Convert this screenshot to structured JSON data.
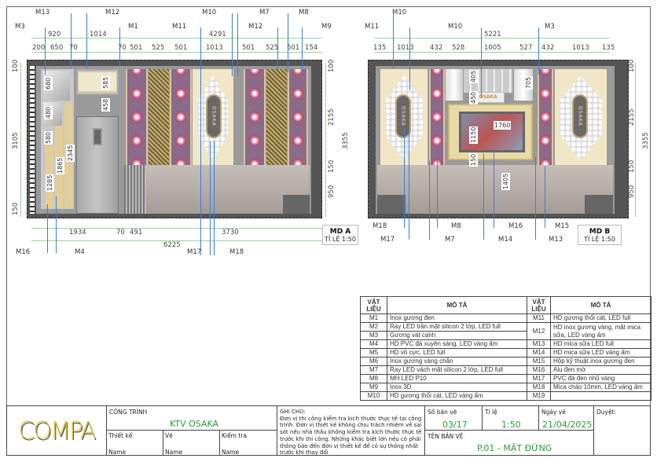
{
  "drawing_a": {
    "title": "MD A",
    "scale": "TỈ LỆ 1:50",
    "callouts": [
      "M13",
      "M12",
      "M3",
      "M1",
      "M11",
      "M10",
      "M7",
      "M8",
      "M12",
      "M9",
      "M16",
      "M4",
      "M17",
      "M18"
    ],
    "top_dims": [
      "920",
      "1014",
      "4291"
    ],
    "top_dims_row2": [
      "200",
      "650",
      "70",
      "70",
      "501",
      "525",
      "501",
      "1013",
      "501",
      "525",
      "501",
      "154"
    ],
    "left_dims": [
      "100",
      "3105",
      "150"
    ],
    "right_dims": [
      "100",
      "2155",
      "150",
      "950",
      "3355"
    ],
    "bottom_dims": [
      "1934",
      "70",
      "491",
      "3730",
      "6225"
    ],
    "inner_dims": [
      "680",
      "480",
      "580",
      "1285",
      "1865",
      "2345",
      "585",
      "458"
    ],
    "panel_text": "OSAKA"
  },
  "drawing_b": {
    "title": "MD B",
    "scale": "TỈ LỆ 1:50",
    "callouts": [
      "M10",
      "M11",
      "M10",
      "M3",
      "M18",
      "M8",
      "M16",
      "M15",
      "M17",
      "M7",
      "M14",
      "M13"
    ],
    "top_dims": [
      "5221"
    ],
    "top_dims_row2": [
      "135",
      "1013",
      "432",
      "528",
      "1005",
      "527",
      "432",
      "1013",
      "135"
    ],
    "right_dims": [
      "100",
      "2155",
      "150",
      "950",
      "3355"
    ],
    "inner_dims": [
      "405",
      "450",
      "705",
      "1760",
      "1150",
      "150",
      "1405"
    ],
    "sign_text": "OSAKA"
  },
  "materials": {
    "headers": [
      "VẬT LIỆU",
      "MÔ TẢ",
      "VẬT LIỆU",
      "MÔ TẢ"
    ],
    "left": [
      [
        "M1",
        "Inox gương đen"
      ],
      [
        "M2",
        "Ray LED trần mặt silicon 2 lớp, LED full"
      ],
      [
        "M3",
        "Gương vát cạnh"
      ],
      [
        "M4",
        "HD PVC đá xuyên sáng, LED vàng ấm"
      ],
      [
        "M5",
        "HD vô cực, LED full"
      ],
      [
        "M6",
        "Inox gương vàng chắn"
      ],
      [
        "M7",
        "Ray LED vách mặt silicon 2 lớp, LED full"
      ],
      [
        "M8",
        "MH LED P10"
      ],
      [
        "M9",
        "Inox 3D"
      ],
      [
        "M10",
        "HD gương thổi cát, LED vàng ấm"
      ]
    ],
    "right": [
      [
        "M11",
        "HD gương thổi cát, LED full"
      ],
      [
        "M12",
        "HD inox gương vàng, mặt mica sữa, LED vàng ấm"
      ],
      [
        "M13",
        "HD mica sữa LED full"
      ],
      [
        "M14",
        "HD mica sữa LED vàng ấm"
      ],
      [
        "M15",
        "Hộp kỹ thuật inox gương đen"
      ],
      [
        "M16",
        "Alu đen mờ"
      ],
      [
        "M17",
        "PVC đá đen nhũ vàng"
      ],
      [
        "M18",
        "Mica cháo 10mm, LED vàng ấm"
      ],
      [
        "M19",
        ""
      ]
    ]
  },
  "title_block": {
    "logo": "COMPA",
    "project_label": "CÔNG TRÌNH",
    "project": "KTV OSAKA",
    "designer_label": "Thiết kế",
    "designer": "Name",
    "drawer_label": "Vẽ",
    "drawer": "Name",
    "checker_label": "Kiểm tra",
    "checker": "Name",
    "notes_label": "GHI CHÚ:",
    "notes": "Đơn vị thi công kiểm tra kích thước thực tế tại công trình. Đơn vị thiết kế không chịu trách nhiệm về sai sót nếu nhà thầu không kiểm tra kích thước thực tế trước khi thi công. Những khác biệt lớn nếu có phải thông báo đến đơn vị thiết kế để có sự thống nhất trước khi thay đổi",
    "sheet_label": "Số bản vẽ",
    "sheet": "03/17",
    "scale_label": "Tỉ lệ",
    "scale": "1:50",
    "date_label": "Ngày vẽ",
    "date": "21/04/2025",
    "approve_label": "Duyệt:",
    "name_label": "TÊN BẢN VẼ",
    "name": "P.01 - MẶT ĐỨNG"
  },
  "colors": {
    "callout": "#3b7fd9",
    "dimension": "#9ad19a",
    "title_green": "#2a9a3a"
  }
}
